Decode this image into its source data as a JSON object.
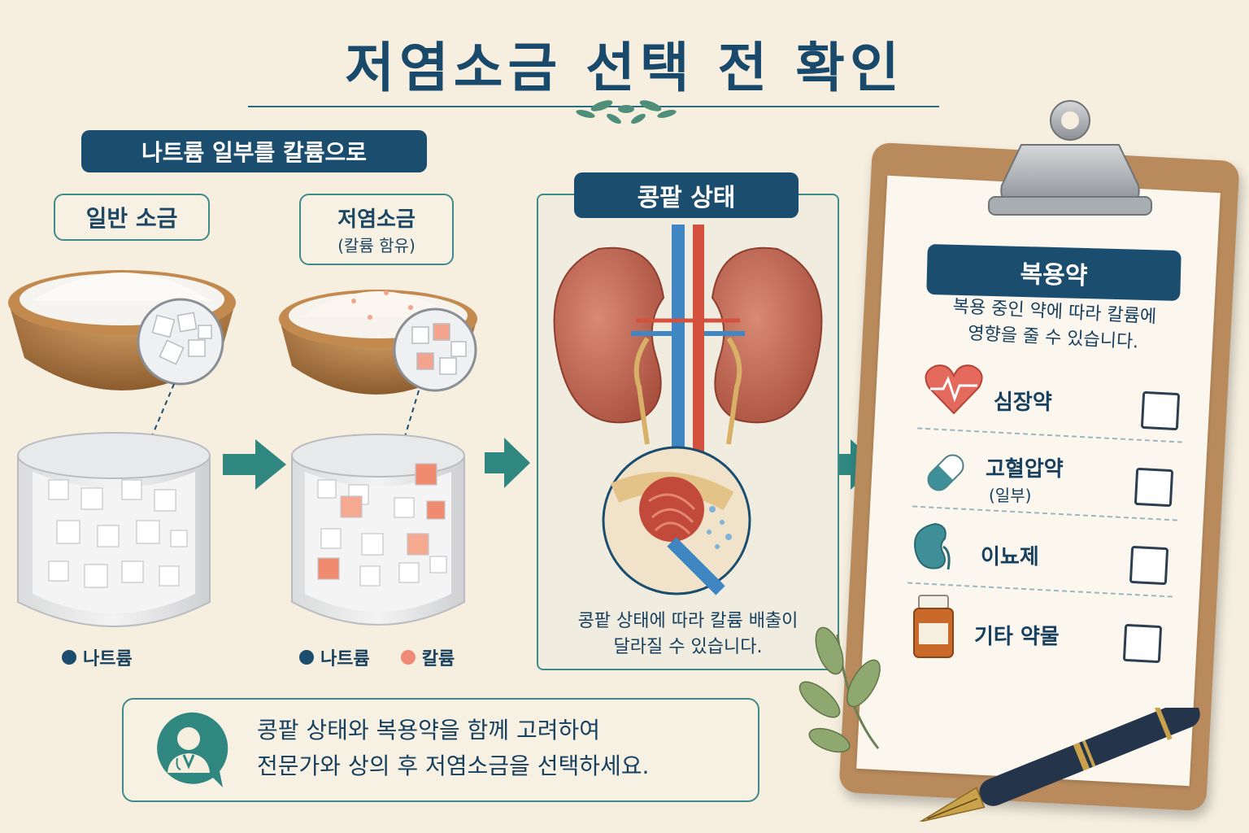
{
  "title": "저염소금 선택 전 확인",
  "section_label": "나트륨 일부를 칼륨으로",
  "regular_salt": {
    "label": "일반 소금",
    "legend": [
      {
        "name": "나트륨",
        "color": "#1b4d6e"
      }
    ]
  },
  "low_sodium_salt": {
    "label": "저염소금",
    "sublabel": "(칼륨 함유)",
    "legend": [
      {
        "name": "나트륨",
        "color": "#1b4d6e"
      },
      {
        "name": "칼륨",
        "color": "#ef8a74"
      }
    ]
  },
  "kidney": {
    "title": "콩팥 상태",
    "caption_line1": "콩팥 상태에 따라 칼륨 배출이",
    "caption_line2": "달라질 수 있습니다."
  },
  "medications": {
    "title": "복용약",
    "desc_line1": "복용 중인 약에 따라 칼륨에",
    "desc_line2": "영향을 줄 수 있습니다.",
    "items": [
      {
        "label": "심장약",
        "sublabel": "",
        "icon": "heart-icon"
      },
      {
        "label": "고혈압약",
        "sublabel": "(일부)",
        "icon": "pill-icon"
      },
      {
        "label": "이뇨제",
        "sublabel": "",
        "icon": "kidney-icon"
      },
      {
        "label": "기타 약물",
        "sublabel": "",
        "icon": "medicine-bottle-icon"
      }
    ]
  },
  "advice": {
    "line1": "콩팥 상태와 복용약을 함께 고려하여",
    "line2": "전문가와 상의 후 저염소금을 선택하세요."
  },
  "colors": {
    "navy": "#1b4d6e",
    "teal": "#2f8780",
    "potassium": "#ef8a74",
    "background": "#f6efe0"
  }
}
